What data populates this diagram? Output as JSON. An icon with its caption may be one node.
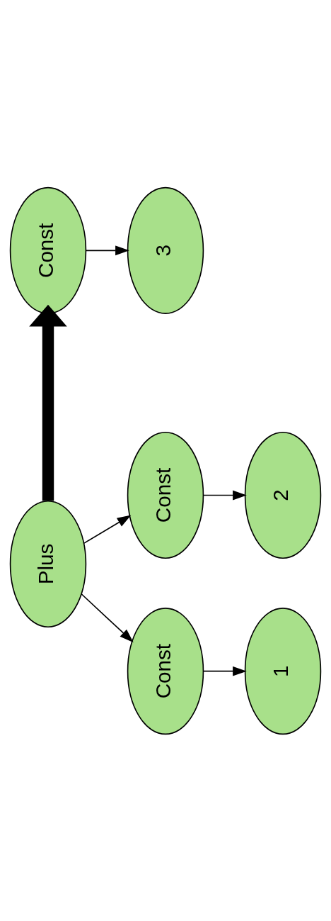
{
  "diagram": {
    "nodes": [
      {
        "text": [
          "Plus"
        ]
      },
      {
        "text": [
          "Const"
        ]
      },
      {
        "text": [
          "Const"
        ]
      },
      {
        "text": [
          "1"
        ]
      },
      {
        "text": [
          "2"
        ]
      },
      {
        "text": [
          "Const"
        ]
      },
      {
        "text": [
          "3"
        ]
      }
    ],
    "edges": [
      {
        "from": 0,
        "to": 1,
        "arrow": "to"
      },
      {
        "from": 0,
        "to": 2,
        "arrow": "to"
      },
      {
        "from": 1,
        "to": 3,
        "arrow": "to"
      },
      {
        "from": 2,
        "to": 4,
        "arrow": "to"
      },
      {
        "from": 0,
        "to": 5,
        "arrow": "to",
        "style": "thick"
      },
      {
        "from": 5,
        "to": 6,
        "arrow": "to"
      }
    ]
  }
}
